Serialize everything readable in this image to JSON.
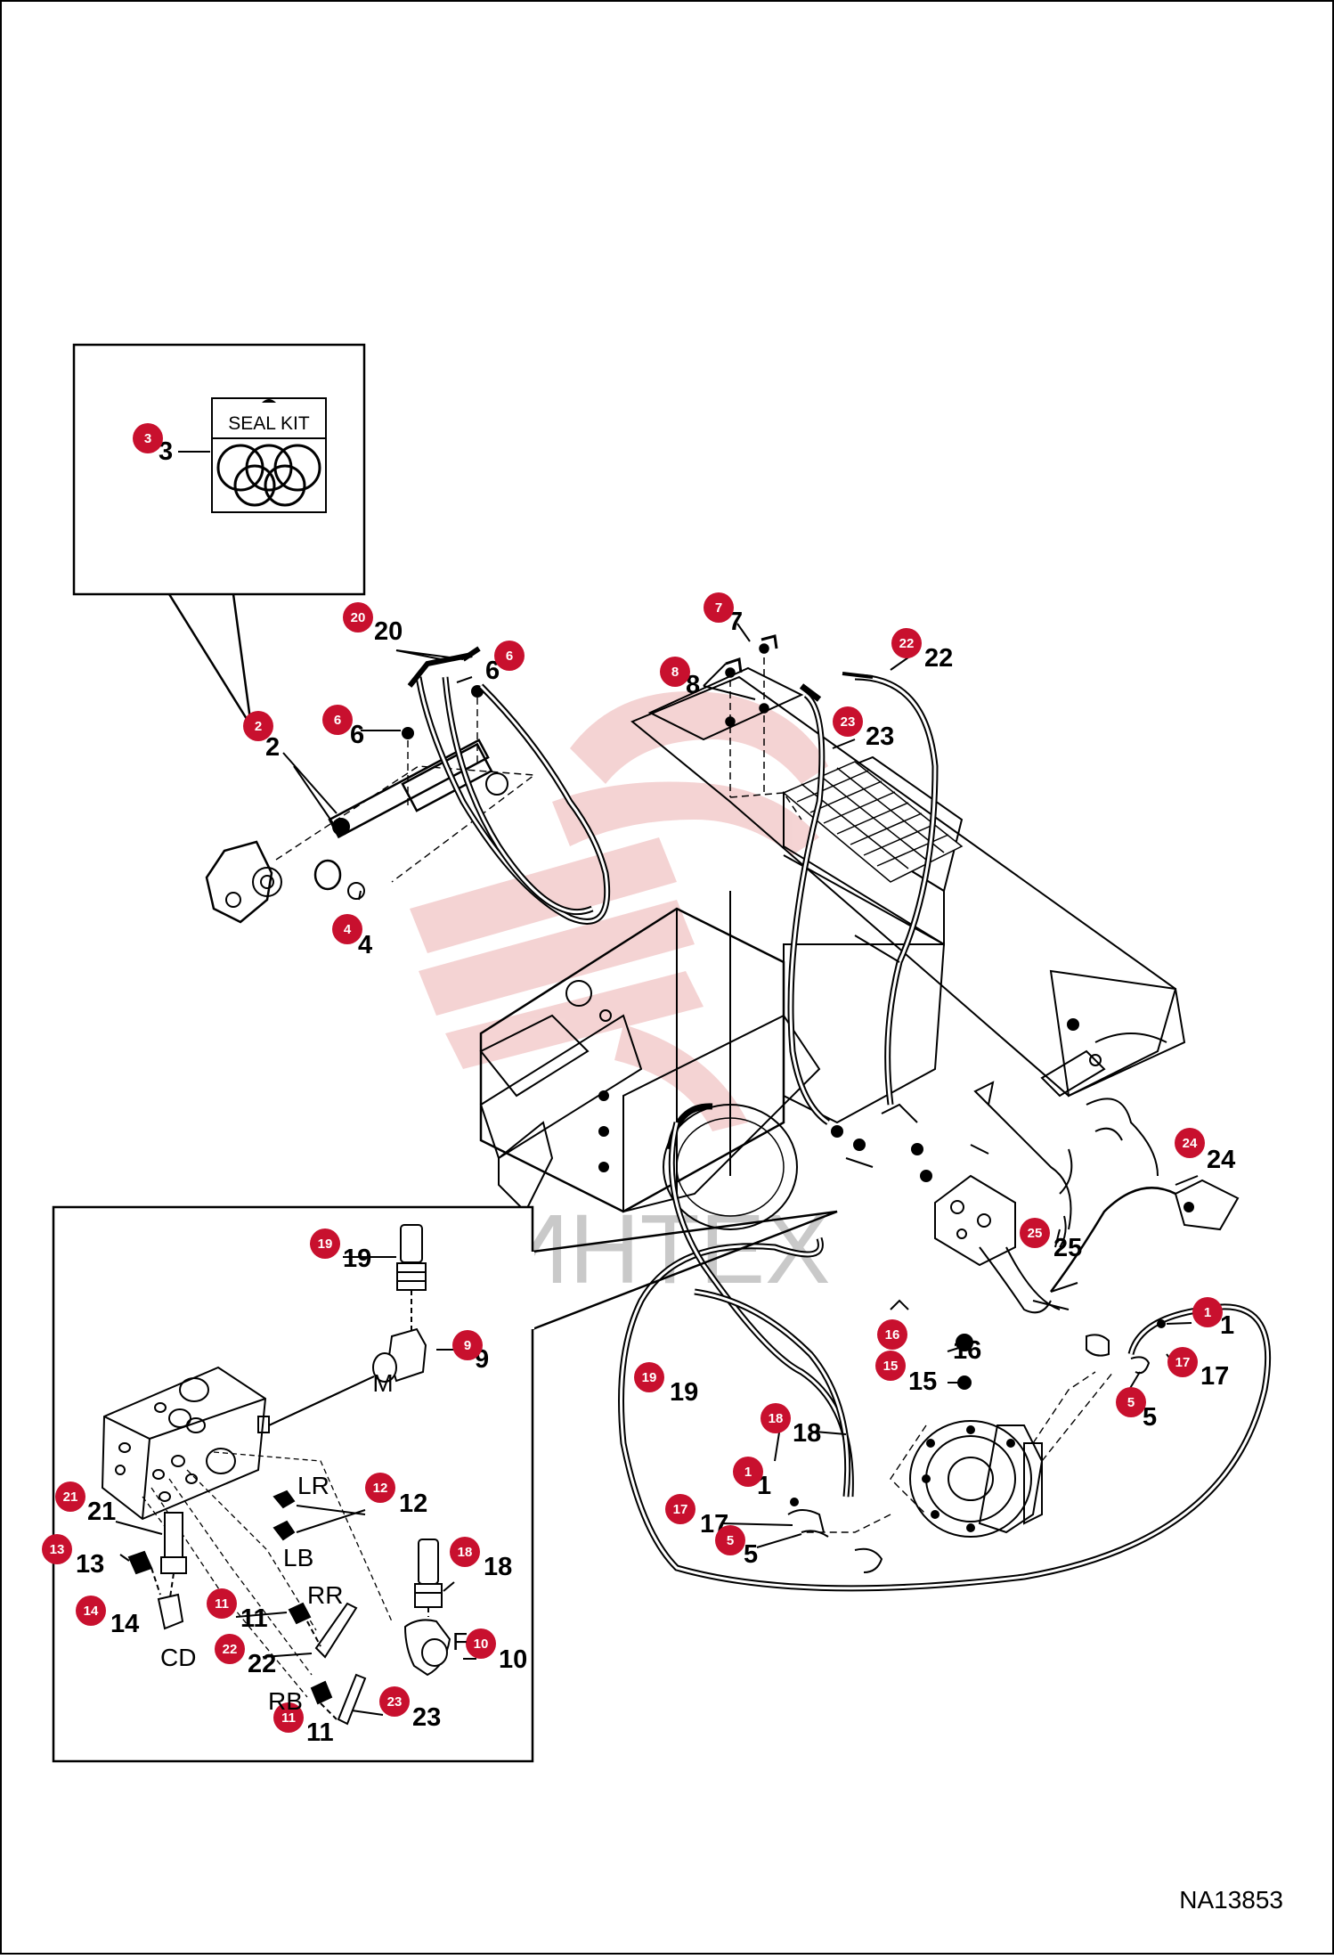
{
  "document_code": "NA13853",
  "watermark_text": "ИНТЕХ",
  "seal_kit_label": "SEAL KIT",
  "callouts": [
    {
      "id": "c3",
      "number": "3"
    },
    {
      "id": "c2",
      "number": "2"
    },
    {
      "id": "c20",
      "number": "20"
    },
    {
      "id": "c6a",
      "number": "6"
    },
    {
      "id": "c6b",
      "number": "6"
    },
    {
      "id": "c4",
      "number": "4"
    },
    {
      "id": "c7",
      "number": "7"
    },
    {
      "id": "c8",
      "number": "8"
    },
    {
      "id": "c22",
      "number": "22"
    },
    {
      "id": "c23",
      "number": "23"
    },
    {
      "id": "c24",
      "number": "24"
    },
    {
      "id": "c25",
      "number": "25"
    },
    {
      "id": "c1a",
      "number": "1"
    },
    {
      "id": "c17a",
      "number": "17"
    },
    {
      "id": "c5a",
      "number": "5"
    },
    {
      "id": "c16",
      "number": "16"
    },
    {
      "id": "c15",
      "number": "15"
    },
    {
      "id": "c19b",
      "number": "19"
    },
    {
      "id": "c18b",
      "number": "18"
    },
    {
      "id": "c1b",
      "number": "1"
    },
    {
      "id": "c17b",
      "number": "17"
    },
    {
      "id": "c5b",
      "number": "5"
    },
    {
      "id": "c19a",
      "number": "19"
    },
    {
      "id": "c9",
      "number": "9"
    },
    {
      "id": "c12",
      "number": "12"
    },
    {
      "id": "c21",
      "number": "21"
    },
    {
      "id": "c13",
      "number": "13"
    },
    {
      "id": "c14",
      "number": "14"
    },
    {
      "id": "c11a",
      "number": "11"
    },
    {
      "id": "c22b",
      "number": "22"
    },
    {
      "id": "c18a",
      "number": "18"
    },
    {
      "id": "c10",
      "number": "10"
    },
    {
      "id": "c11b",
      "number": "11"
    },
    {
      "id": "c23b",
      "number": "23"
    }
  ],
  "port_labels": {
    "m": "M",
    "lr": "LR",
    "lb": "LB",
    "rr": "RR",
    "rb": "RB",
    "cd": "CD",
    "f": "F"
  },
  "colors": {
    "callout": "#c8102e",
    "line": "#000000",
    "watermark": "#e8a0a0"
  }
}
